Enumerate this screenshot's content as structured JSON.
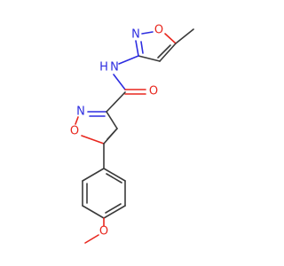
{
  "molecule": {
    "atoms": {
      "isoxazole_top_O": "O",
      "isoxazole_top_N": "N",
      "amide_N": "N",
      "amide_H": "H",
      "carbonyl_O": "O",
      "isoxazole_mid_N": "N",
      "isoxazole_mid_O": "O",
      "methoxy_O": "O"
    },
    "colors": {
      "bond": "#3a3a3a",
      "oxygen": "#e8271e",
      "nitrogen": "#2d2de0"
    }
  }
}
